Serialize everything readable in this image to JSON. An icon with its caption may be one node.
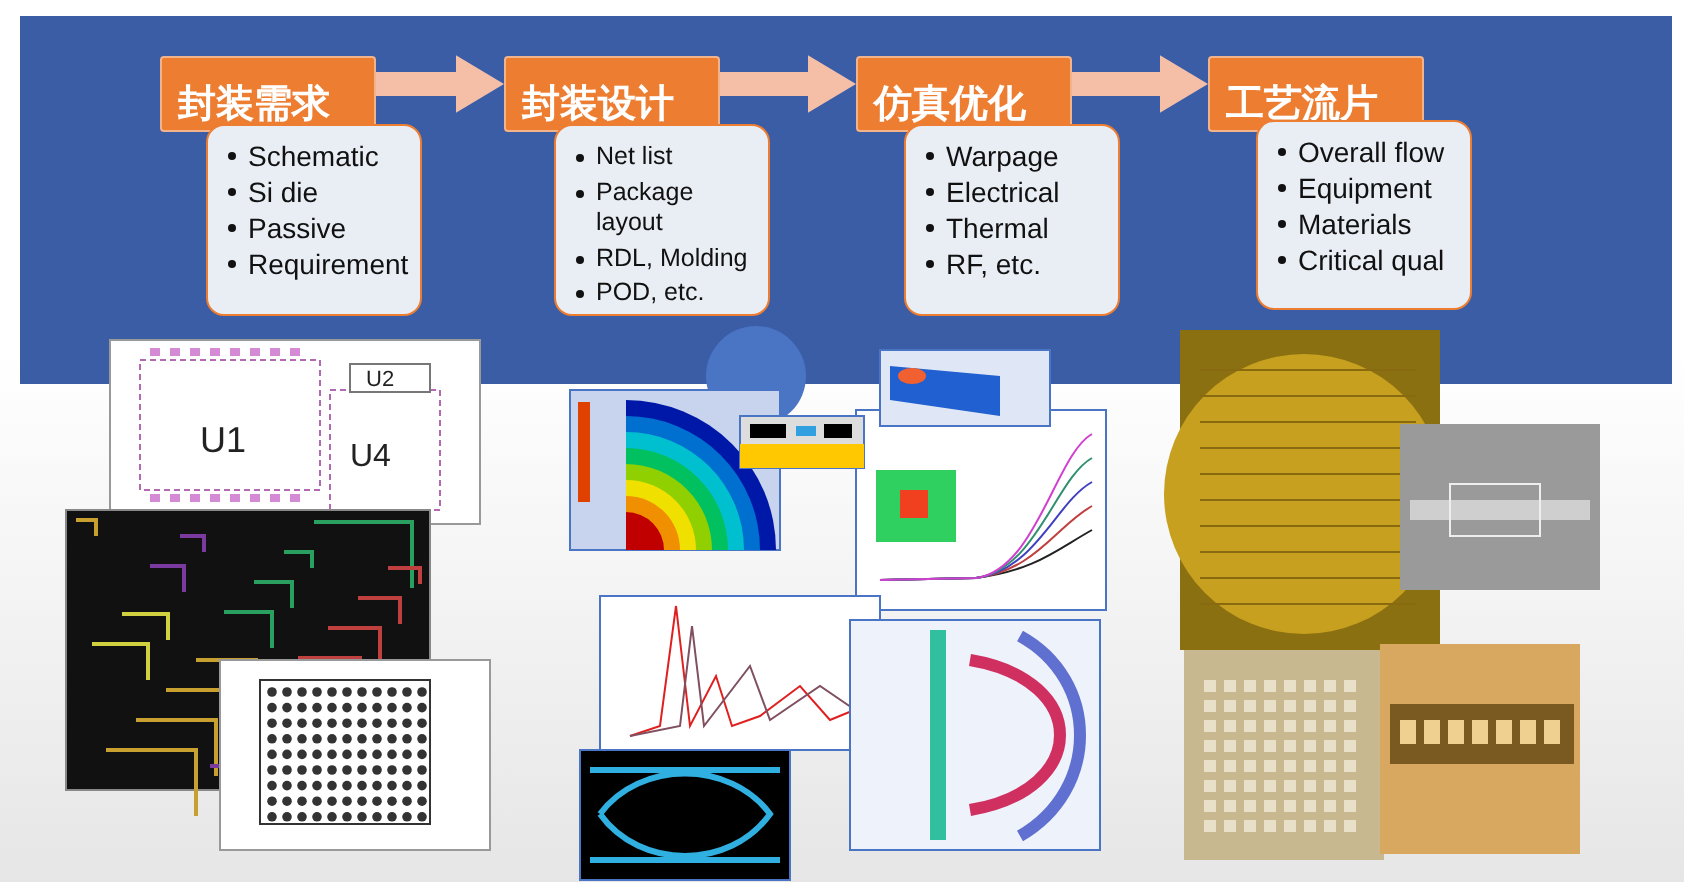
{
  "diagram": {
    "nodes": [
      {
        "text": [
          "封装需求"
        ]
      },
      {
        "text": [
          "封装设计"
        ]
      },
      {
        "text": [
          "仿真优化"
        ]
      },
      {
        "text": [
          "工艺流片"
        ]
      },
      {
        "text": [
          "Schematic",
          "Si die",
          "Passive",
          "Requirement"
        ]
      },
      {
        "text": [
          "Net list",
          "Package layout",
          "RDL, Molding",
          "POD, etc."
        ]
      },
      {
        "text": [
          "Warpage",
          "Electrical",
          "Thermal",
          "RF, etc."
        ]
      },
      {
        "text": [
          "Overall flow",
          "Equipment",
          "Materials",
          "Critical qual"
        ]
      }
    ],
    "edges": [
      {
        "from": 0,
        "to": 1,
        "arrow": "to"
      },
      {
        "from": 1,
        "to": 2,
        "arrow": "to"
      },
      {
        "from": 2,
        "to": 3,
        "arrow": "to"
      }
    ],
    "labels": [
      "U1",
      "U2",
      "U4"
    ]
  }
}
